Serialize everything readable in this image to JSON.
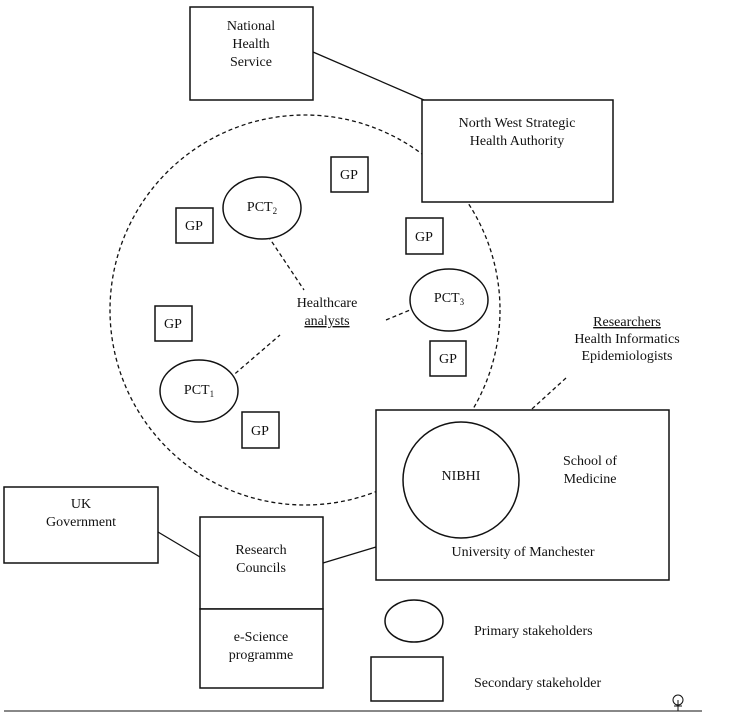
{
  "nodes": {
    "nhs": [
      "National",
      "Health",
      "Service"
    ],
    "nwsha": [
      "North West Strategic",
      "Health Authority"
    ],
    "gp": "GP",
    "pct1": {
      "base": "PCT",
      "sub": "1"
    },
    "pct2": {
      "base": "PCT",
      "sub": "2"
    },
    "pct3": {
      "base": "PCT",
      "sub": "3"
    },
    "analysts": {
      "line1": "Healthcare",
      "line2": "analysts"
    },
    "researchers": {
      "heading": "Researchers",
      "line2": "Health Informatics",
      "line3": "Epidemiologists"
    },
    "nibhi": "NIBHI",
    "school": [
      "School of",
      "Medicine"
    ],
    "university": "University of Manchester",
    "uk_gov": [
      "UK",
      "Government"
    ],
    "research_councils": [
      "Research",
      "Councils"
    ],
    "escience": [
      "e-Science",
      "programme"
    ]
  },
  "legend": {
    "primary": "Primary stakeholders",
    "secondary": "Secondary stakeholder"
  }
}
